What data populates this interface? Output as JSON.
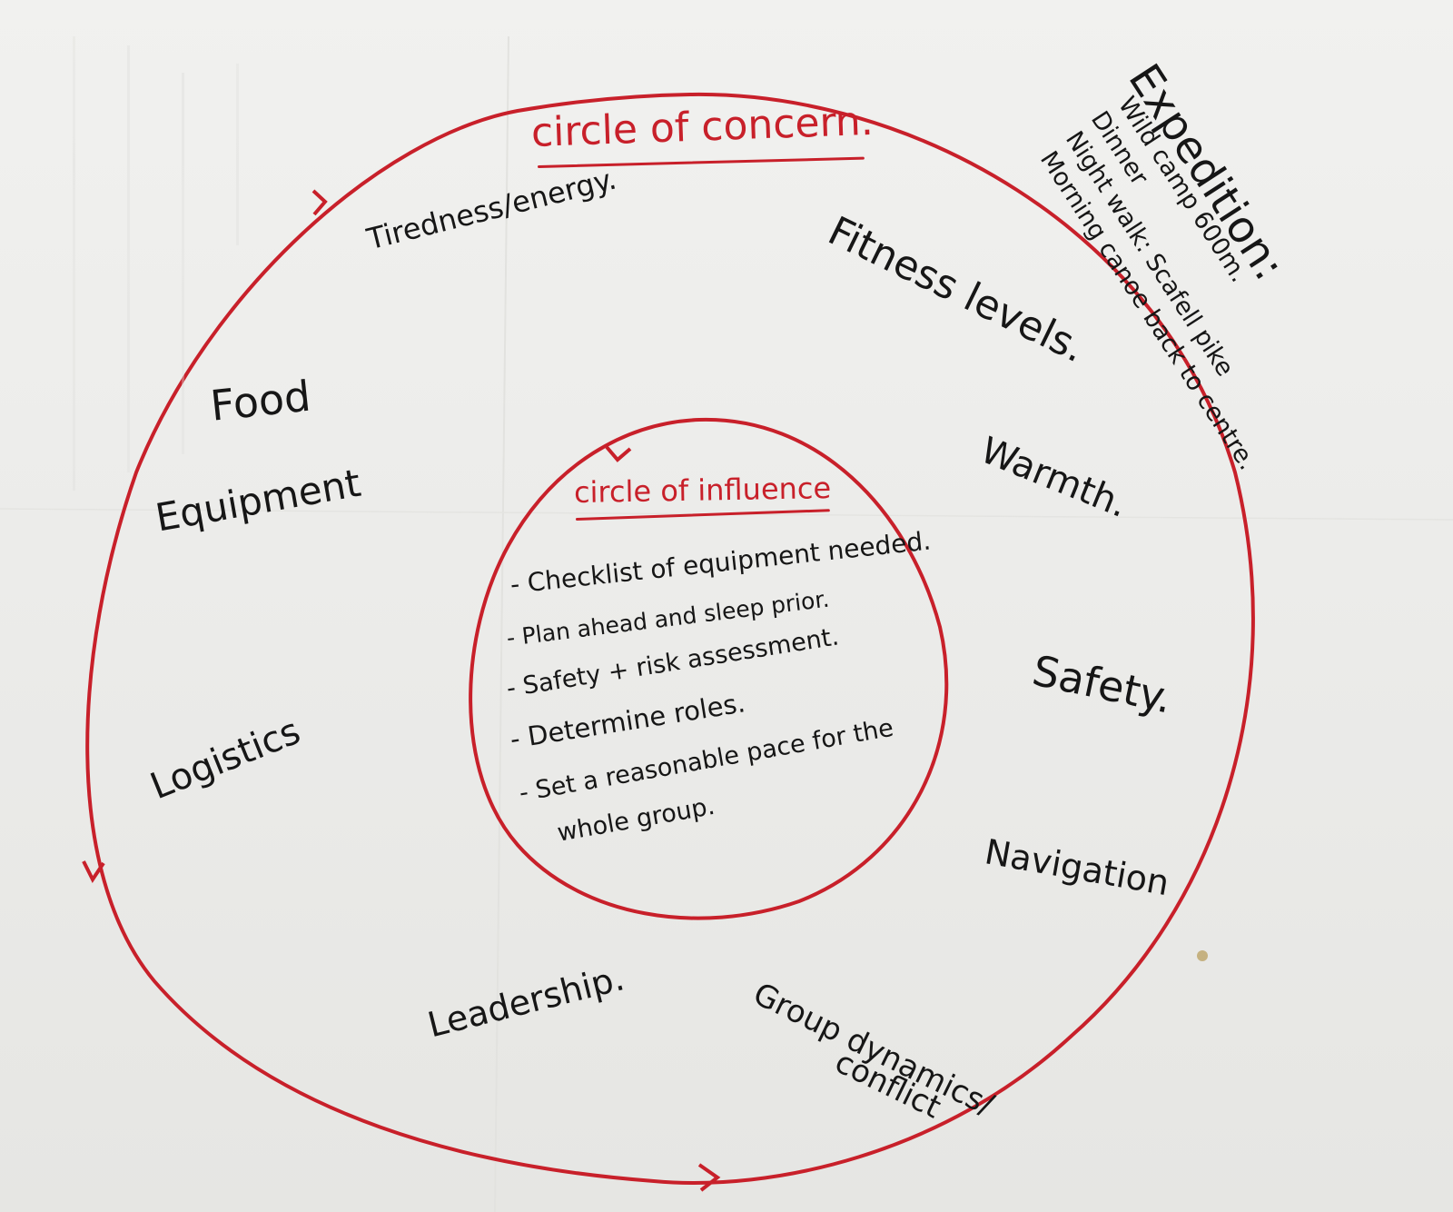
{
  "expedition": {
    "title": "Expedition:",
    "items": [
      "Wild camp 600m.",
      "Dinner",
      "Night walk: Scafell pike",
      "Morning canoe back to centre."
    ]
  },
  "circle_of_concern": {
    "title": "circle of concern.",
    "items": {
      "tiredness": "Tiredness/energy.",
      "fitness": "Fitness levels.",
      "food": "Food",
      "equipment": "Equipment",
      "warmth": "Warmth.",
      "safety": "Safety.",
      "logistics": "Logistics",
      "navigation": "Navigation",
      "leadership": "Leadership.",
      "group_dynamics": "Group dynamics/",
      "conflict": "conflict"
    }
  },
  "circle_of_influence": {
    "title": "circle of influence",
    "bullets": [
      "- Checklist of equipment needed.",
      "- Plan ahead and sleep prior.",
      "- Safety + risk assessment.",
      "- Determine roles.",
      "- Set a reasonable pace for the",
      "whole group."
    ]
  },
  "colors": {
    "marker_red": "#c8202a",
    "ink": "#161616",
    "paper": "#eeeeec"
  }
}
